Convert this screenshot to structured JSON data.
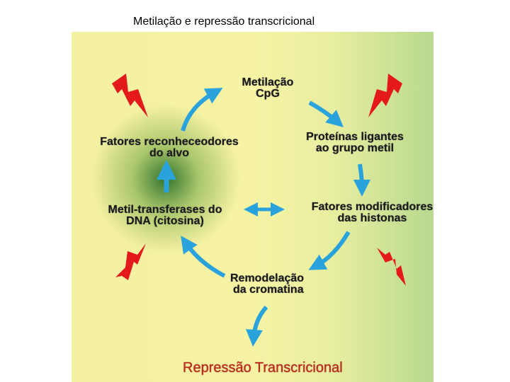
{
  "title": "Metilação e repressão transcricional",
  "nodes": {
    "metilacao_line1": "Metilação",
    "metilacao_line2": "CpG",
    "proteinas_line1": "Proteínas ligantes",
    "proteinas_line2": "ao grupo metil",
    "fatores_mod_line1": "Fatores modificadores",
    "fatores_mod_line2": "das histonas",
    "remodelacao_line1": "Remodelação",
    "remodelacao_line2": "da cromatina",
    "metil_transf_line1": "Metil-transferases do",
    "metil_transf_line2": "DNA (citosina)",
    "fatores_rec_line1": "Fatores reconheceodores",
    "fatores_rec_line2": "do alvo"
  },
  "result": "Repressão Transcricional",
  "colors": {
    "arrow": "#2aa3dc",
    "bolt": "#e3191b",
    "result": "#c0281d",
    "background_left": "#f4f0a2",
    "background_right": "#b8d98e"
  },
  "icons": [
    "lightning-bolt-icon",
    "curved-arrow-icon",
    "double-arrow-icon"
  ]
}
